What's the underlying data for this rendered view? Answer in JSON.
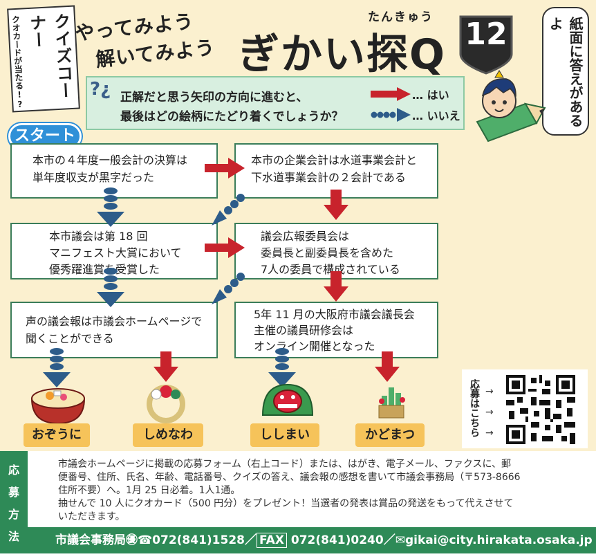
{
  "header": {
    "corner_main": "クイズコーナー",
    "corner_sub": "クオカードが当たる!?",
    "slogan_line1": "やってみよう",
    "slogan_line2": "解いてみよう",
    "title": "ぎかい探Q",
    "ruby": "たんきゅう",
    "issue_number": "12",
    "bubble": "紙面に答えがあるよ"
  },
  "instructions": {
    "line1": "正解だと思う矢印の方向に進むと、",
    "line2": "最後はどの絵柄にたどり着くでしょうか？",
    "yes_label": "… はい",
    "no_label": "… いいえ"
  },
  "start_label": "スタート",
  "questions": [
    {
      "line1": "本市の４年度一般会計の決算は",
      "line2": "単年度収支が黒字だった"
    },
    {
      "line1": "本市の企業会計は水道事業会計と",
      "line2": "下水道事業会計の２会計である"
    },
    {
      "line1": "本市議会は第 18 回",
      "line2": "マニフェスト大賞において",
      "line3": "優秀躍進賞を受賞した"
    },
    {
      "line1": "議会広報委員会は",
      "line2": "委員長と副委員長を含めた",
      "line3": "7人の委員で構成されている"
    },
    {
      "line1": "声の議会報は市議会ホームページで",
      "line2": "聞くことができる"
    },
    {
      "line1": "5年 11 月の大阪府市議会議長会",
      "line2": "主催の議員研修会は",
      "line3": "オンライン開催となった"
    }
  ],
  "answers": [
    "おぞうに",
    "しめなわ",
    "ししまい",
    "かどまつ"
  ],
  "qr_label": "応募はこちら",
  "footer": {
    "side_label": [
      "応",
      "募",
      "方",
      "法"
    ],
    "text_line1": "市議会ホームページに掲載の応募フォーム（右上コード）または、はがき、電子メール、ファクスに、郵",
    "text_line2": "便番号、住所、氏名、年齢、電話番号、クイズの答え、議会報の感想を書いて市議会事務局（〒573-8666",
    "text_line3": "住所不要）へ。1月 25 日必着。1人1通。",
    "text_line4": "抽せんで 10 人にクオカード（500 円分）をプレゼント！当選者の発表は賞品の発送をもって代えさせて",
    "text_line5": "いただきます。",
    "office": "市議会事務局㊝",
    "tel": "☎072(841)1528",
    "fax_label": "FAX",
    "fax": "072(841)0240",
    "email": "✉gikai@city.hirakata.osaka.jp"
  },
  "colors": {
    "background": "#fbf0cf",
    "yes_arrow": "#c8232c",
    "no_arrow": "#2d5c8a",
    "box_border": "#3a7d5a",
    "footer_green": "#2e8a57",
    "answer_label": "#f6c35a",
    "start_blue": "#2f90d8"
  },
  "icons": [
    "question-icon",
    "mascot-icon",
    "ozouni-icon",
    "shimenawa-icon",
    "shishimai-icon",
    "kadomatsu-icon",
    "qr-code-icon",
    "pencil-icon"
  ]
}
